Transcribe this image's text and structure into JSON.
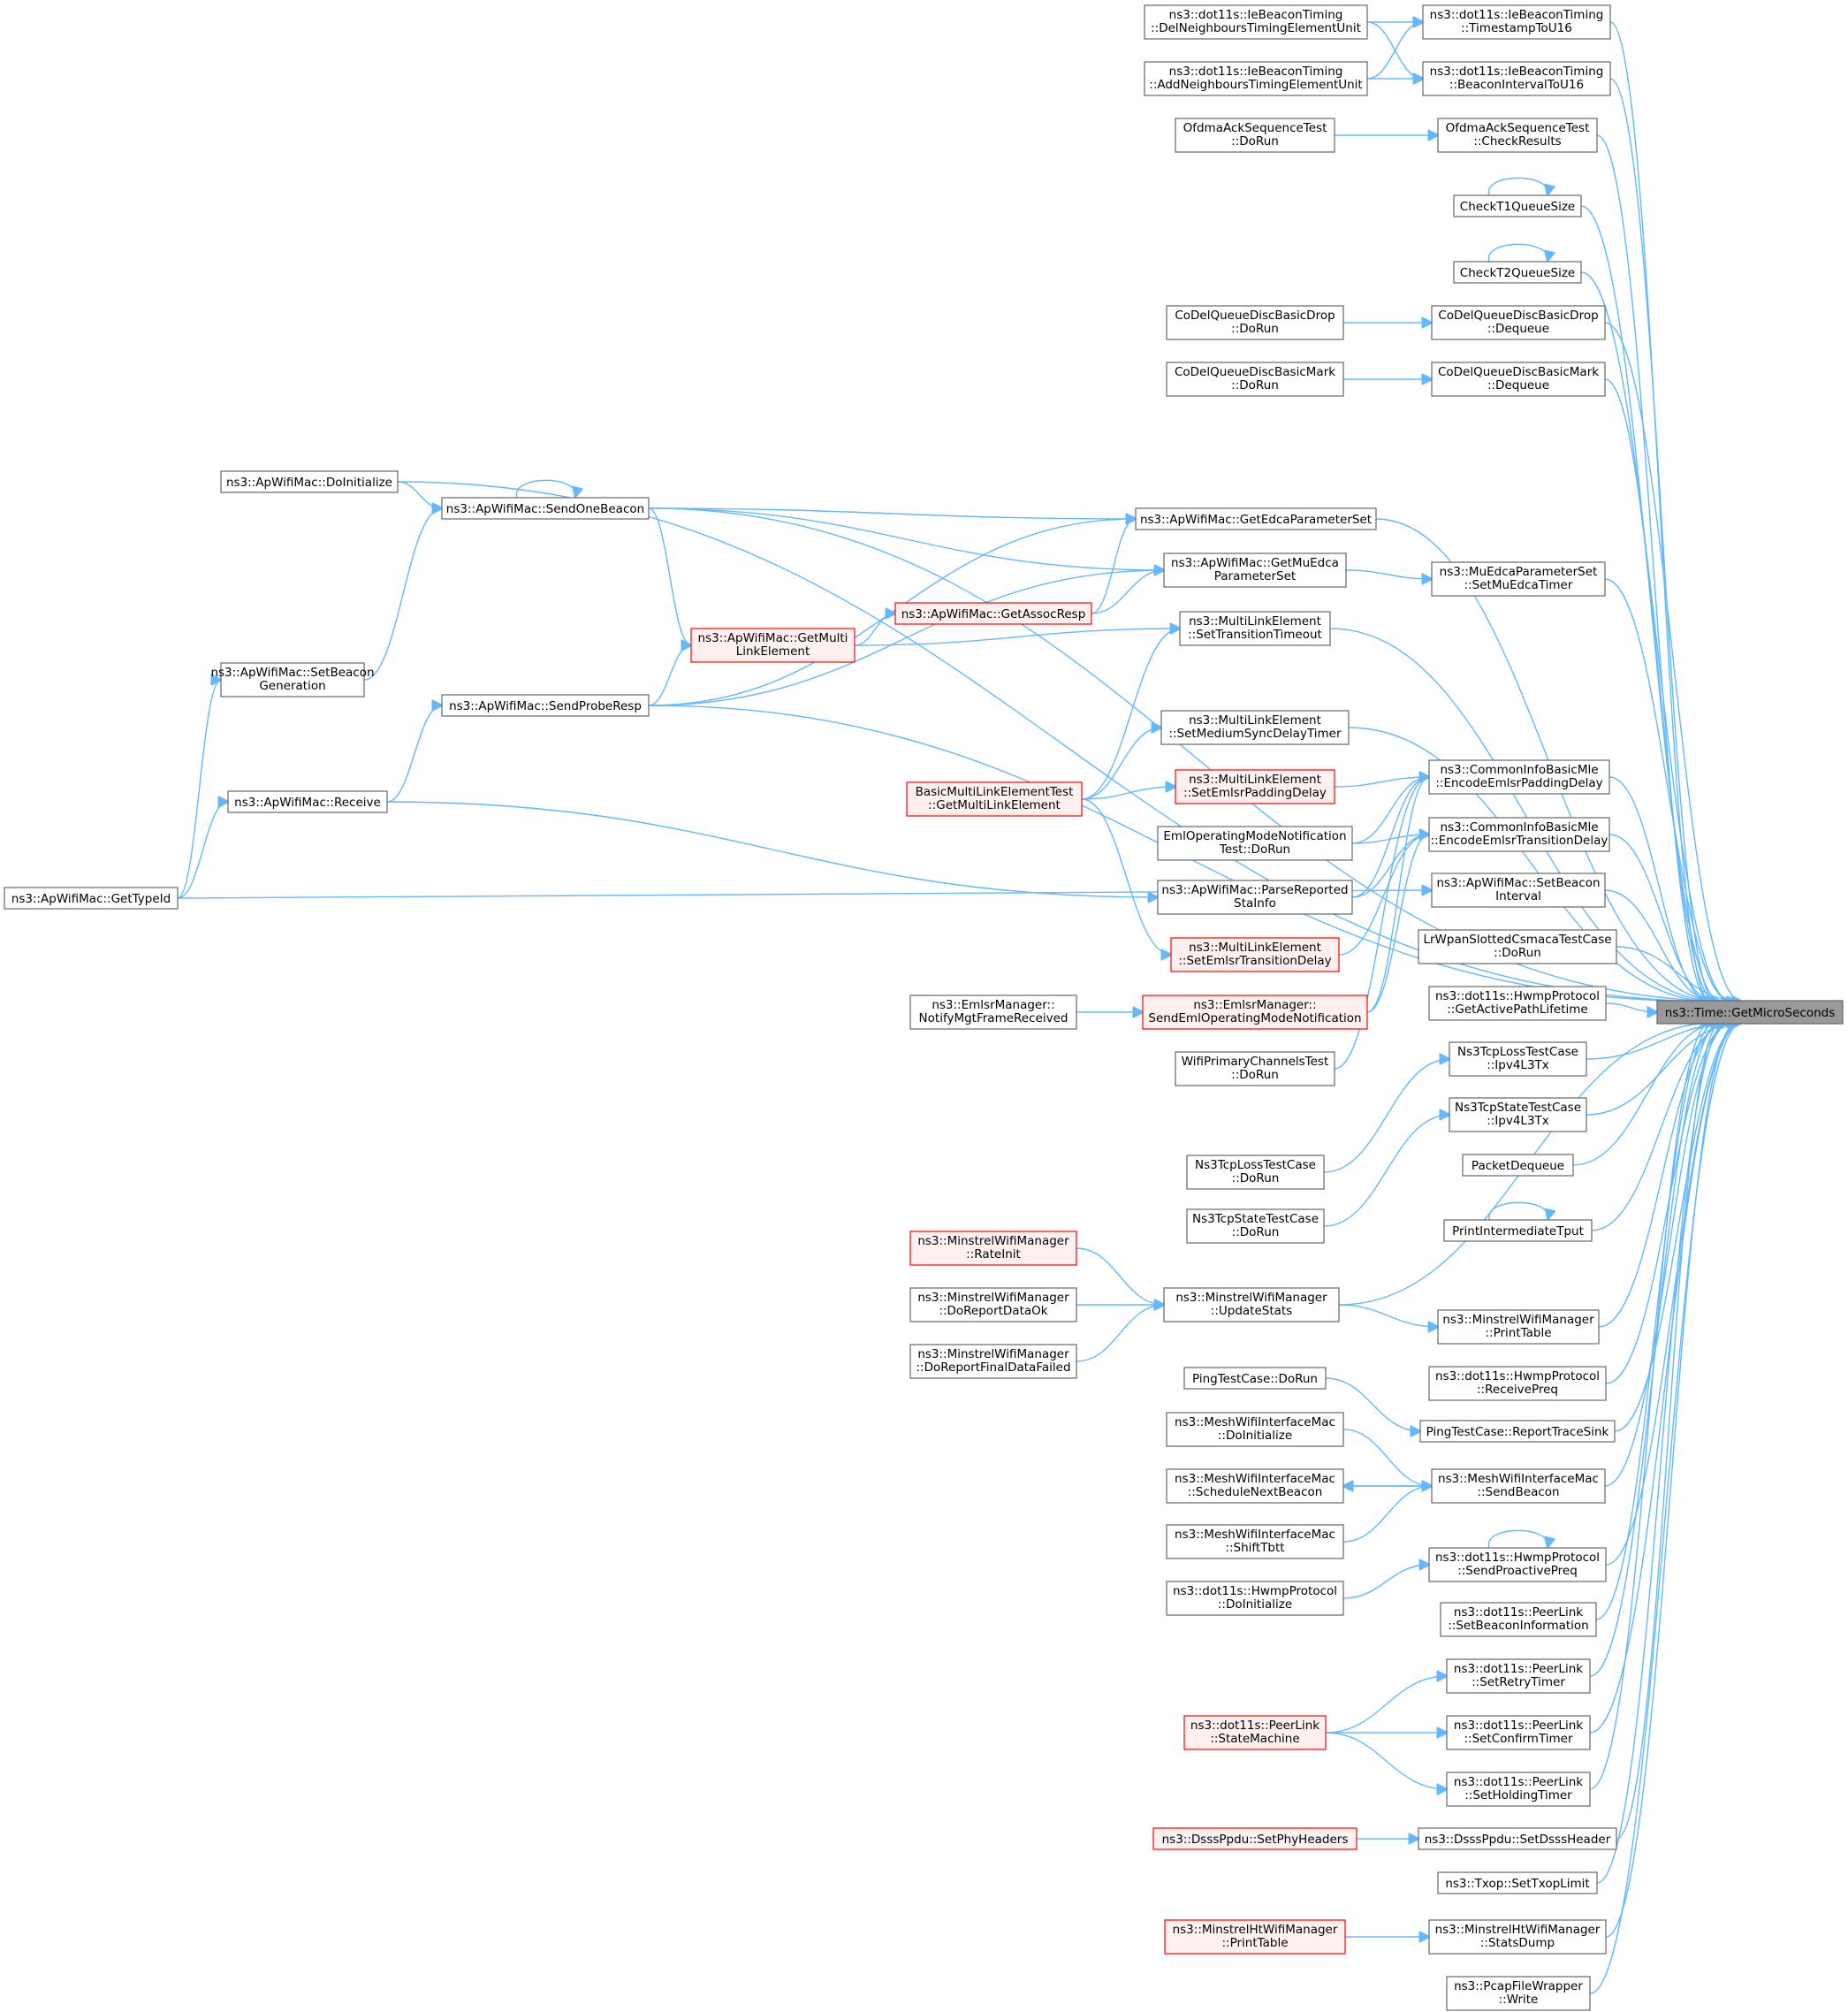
{
  "colors": {
    "edge": "#63b8ff",
    "node_border": "#666666",
    "highlight_border": "#ff0000",
    "highlight_fill": "#fff0f0",
    "root_fill": "#999999"
  },
  "nodes": [
    {
      "id": "root",
      "lines": [
        "ns3::Time::GetMicroSeconds"
      ],
      "style": "root"
    },
    {
      "id": "ts",
      "lines": [
        "ns3::dot11s::IeBeaconTiming",
        "::TimestampToU16"
      ]
    },
    {
      "id": "bi",
      "lines": [
        "ns3::dot11s::IeBeaconTiming",
        "::BeaconIntervalToU16"
      ]
    },
    {
      "id": "del",
      "lines": [
        "ns3::dot11s::IeBeaconTiming",
        "::DelNeighboursTimingElementUnit"
      ]
    },
    {
      "id": "add",
      "lines": [
        "ns3::dot11s::IeBeaconTiming",
        "::AddNeighboursTimingElementUnit"
      ]
    },
    {
      "id": "ofdr",
      "lines": [
        "OfdmaAckSequenceTest",
        "::DoRun"
      ]
    },
    {
      "id": "ofcr",
      "lines": [
        "OfdmaAckSequenceTest",
        "::CheckResults"
      ]
    },
    {
      "id": "ct1",
      "lines": [
        "CheckT1QueueSize"
      ]
    },
    {
      "id": "ct2",
      "lines": [
        "CheckT2QueueSize"
      ]
    },
    {
      "id": "cdd_r",
      "lines": [
        "CoDelQueueDiscBasicDrop",
        "::DoRun"
      ]
    },
    {
      "id": "cdd_d",
      "lines": [
        "CoDelQueueDiscBasicDrop",
        "::Dequeue"
      ]
    },
    {
      "id": "cdm_r",
      "lines": [
        "CoDelQueueDiscBasicMark",
        "::DoRun"
      ]
    },
    {
      "id": "cdm_d",
      "lines": [
        "CoDelQueueDiscBasicMark",
        "::Dequeue"
      ]
    },
    {
      "id": "doinit",
      "lines": [
        "ns3::ApWifiMac::DoInitialize"
      ]
    },
    {
      "id": "sob",
      "lines": [
        "ns3::ApWifiMac::SendOneBeacon"
      ]
    },
    {
      "id": "edca",
      "lines": [
        "ns3::ApWifiMac::GetEdcaParameterSet"
      ]
    },
    {
      "id": "muedca",
      "lines": [
        "ns3::ApWifiMac::GetMuEdca",
        "ParameterSet"
      ]
    },
    {
      "id": "setmu",
      "lines": [
        "ns3::MuEdcaParameterSet",
        "::SetMuEdcaTimer"
      ]
    },
    {
      "id": "assoc",
      "lines": [
        "ns3::ApWifiMac::GetAssocResp"
      ],
      "style": "red"
    },
    {
      "id": "gml",
      "lines": [
        "ns3::ApWifiMac::GetMulti",
        "LinkElement"
      ],
      "style": "red"
    },
    {
      "id": "stt",
      "lines": [
        "ns3::MultiLinkElement",
        "::SetTransitionTimeout"
      ]
    },
    {
      "id": "sbg",
      "lines": [
        "ns3::ApWifiMac::SetBeacon",
        "Generation"
      ]
    },
    {
      "id": "spr",
      "lines": [
        "ns3::ApWifiMac::SendProbeResp"
      ]
    },
    {
      "id": "msync",
      "lines": [
        "ns3::MultiLinkElement",
        "::SetMediumSyncDelayTimer"
      ]
    },
    {
      "id": "bmlt",
      "lines": [
        "BasicMultiLinkElementTest",
        "::GetMultiLinkElement"
      ],
      "style": "red"
    },
    {
      "id": "sepd",
      "lines": [
        "ns3::MultiLinkElement",
        "::SetEmlsrPaddingDelay"
      ],
      "style": "red"
    },
    {
      "id": "epd",
      "lines": [
        "ns3::CommonInfoBasicMle",
        "::EncodeEmlsrPaddingDelay"
      ]
    },
    {
      "id": "etd",
      "lines": [
        "ns3::CommonInfoBasicMle",
        "::EncodeEmlsrTransitionDelay"
      ]
    },
    {
      "id": "recv",
      "lines": [
        "ns3::ApWifiMac::Receive"
      ]
    },
    {
      "id": "emlt",
      "lines": [
        "EmlOperatingModeNotification",
        "Test::DoRun"
      ]
    },
    {
      "id": "psta",
      "lines": [
        "ns3::ApWifiMac::ParseReported",
        "StaInfo"
      ]
    },
    {
      "id": "sbi",
      "lines": [
        "ns3::ApWifiMac::SetBeacon",
        "Interval"
      ]
    },
    {
      "id": "gtid",
      "lines": [
        "ns3::ApWifiMac::GetTypeId"
      ]
    },
    {
      "id": "setd",
      "lines": [
        "ns3::MultiLinkElement",
        "::SetEmlsrTransitionDelay"
      ],
      "style": "red"
    },
    {
      "id": "lrw",
      "lines": [
        "LrWpanSlottedCsmacaTestCase",
        "::DoRun"
      ]
    },
    {
      "id": "nmfr",
      "lines": [
        "ns3::EmlsrManager::",
        "NotifyMgtFrameReceived"
      ]
    },
    {
      "id": "seom",
      "lines": [
        "ns3::EmlsrManager::",
        "SendEmlOperatingModeNotification"
      ],
      "style": "red"
    },
    {
      "id": "hgap",
      "lines": [
        "ns3::dot11s::HwmpProtocol",
        "::GetActivePathLifetime"
      ]
    },
    {
      "id": "wpc",
      "lines": [
        "WifiPrimaryChannelsTest",
        "::DoRun"
      ]
    },
    {
      "id": "tl_tx",
      "lines": [
        "Ns3TcpLossTestCase",
        "::Ipv4L3Tx"
      ]
    },
    {
      "id": "ts_tx",
      "lines": [
        "Ns3TcpStateTestCase",
        "::Ipv4L3Tx"
      ]
    },
    {
      "id": "tl_r",
      "lines": [
        "Ns3TcpLossTestCase",
        "::DoRun"
      ]
    },
    {
      "id": "pdq",
      "lines": [
        "PacketDequeue"
      ]
    },
    {
      "id": "ts_r",
      "lines": [
        "Ns3TcpStateTestCase",
        "::DoRun"
      ]
    },
    {
      "id": "pit",
      "lines": [
        "PrintIntermediateTput"
      ]
    },
    {
      "id": "mri",
      "lines": [
        "ns3::MinstrelWifiManager",
        "::RateInit"
      ],
      "style": "red"
    },
    {
      "id": "mdro",
      "lines": [
        "ns3::MinstrelWifiManager",
        "::DoReportDataOk"
      ]
    },
    {
      "id": "mus",
      "lines": [
        "ns3::MinstrelWifiManager",
        "::UpdateStats"
      ]
    },
    {
      "id": "mpt",
      "lines": [
        "ns3::MinstrelWifiManager",
        "::PrintTable"
      ]
    },
    {
      "id": "mdrf",
      "lines": [
        "ns3::MinstrelWifiManager",
        "::DoReportFinalDataFailed"
      ]
    },
    {
      "id": "hrp",
      "lines": [
        "ns3::dot11s::HwmpProtocol",
        "::ReceivePreq"
      ]
    },
    {
      "id": "ptr",
      "lines": [
        "PingTestCase::DoRun"
      ]
    },
    {
      "id": "pts",
      "lines": [
        "PingTestCase::ReportTraceSink"
      ]
    },
    {
      "id": "mdi",
      "lines": [
        "ns3::MeshWifiInterfaceMac",
        "::DoInitialize"
      ]
    },
    {
      "id": "msnb",
      "lines": [
        "ns3::MeshWifiInterfaceMac",
        "::ScheduleNextBeacon"
      ]
    },
    {
      "id": "msb",
      "lines": [
        "ns3::MeshWifiInterfaceMac",
        "::SendBeacon"
      ]
    },
    {
      "id": "mst",
      "lines": [
        "ns3::MeshWifiInterfaceMac",
        "::ShiftTbtt"
      ]
    },
    {
      "id": "hspp",
      "lines": [
        "ns3::dot11s::HwmpProtocol",
        "::SendProactivePreq"
      ]
    },
    {
      "id": "hdi",
      "lines": [
        "ns3::dot11s::HwmpProtocol",
        "::DoInitialize"
      ]
    },
    {
      "id": "plsbi",
      "lines": [
        "ns3::dot11s::PeerLink",
        "::SetBeaconInformation"
      ]
    },
    {
      "id": "plsrt",
      "lines": [
        "ns3::dot11s::PeerLink",
        "::SetRetryTimer"
      ]
    },
    {
      "id": "plsm",
      "lines": [
        "ns3::dot11s::PeerLink",
        "::StateMachine"
      ],
      "style": "red"
    },
    {
      "id": "plsct",
      "lines": [
        "ns3::dot11s::PeerLink",
        "::SetConfirmTimer"
      ]
    },
    {
      "id": "plsht",
      "lines": [
        "ns3::dot11s::PeerLink",
        "::SetHoldingTimer"
      ]
    },
    {
      "id": "dsph",
      "lines": [
        "ns3::DsssPpdu::SetPhyHeaders"
      ],
      "style": "red"
    },
    {
      "id": "dsdh",
      "lines": [
        "ns3::DsssPpdu::SetDsssHeader"
      ]
    },
    {
      "id": "txop",
      "lines": [
        "ns3::Txop::SetTxopLimit"
      ]
    },
    {
      "id": "mhpt",
      "lines": [
        "ns3::MinstrelHtWifiManager",
        "::PrintTable"
      ],
      "style": "red"
    },
    {
      "id": "mhsd",
      "lines": [
        "ns3::MinstrelHtWifiManager",
        "::StatsDump"
      ]
    },
    {
      "id": "pcap",
      "lines": [
        "ns3::PcapFileWrapper",
        "::Write"
      ]
    }
  ],
  "edges": [
    [
      "ts",
      "root"
    ],
    [
      "bi",
      "root"
    ],
    [
      "del",
      "ts"
    ],
    [
      "del",
      "bi"
    ],
    [
      "add",
      "ts"
    ],
    [
      "add",
      "bi"
    ],
    [
      "ofdr",
      "ofcr"
    ],
    [
      "ofcr",
      "root"
    ],
    [
      "ct1",
      "ct1"
    ],
    [
      "ct1",
      "root"
    ],
    [
      "ct2",
      "ct2"
    ],
    [
      "ct2",
      "root"
    ],
    [
      "cdd_r",
      "cdd_d"
    ],
    [
      "cdd_d",
      "root"
    ],
    [
      "cdm_r",
      "cdm_d"
    ],
    [
      "cdm_d",
      "root"
    ],
    [
      "doinit",
      "root"
    ],
    [
      "doinit",
      "sob"
    ],
    [
      "sob",
      "sob"
    ],
    [
      "sob",
      "root"
    ],
    [
      "sob",
      "edca"
    ],
    [
      "sob",
      "muedca"
    ],
    [
      "sob",
      "gml"
    ],
    [
      "edca",
      "root"
    ],
    [
      "muedca",
      "setmu"
    ],
    [
      "setmu",
      "root"
    ],
    [
      "assoc",
      "edca"
    ],
    [
      "assoc",
      "muedca"
    ],
    [
      "gml",
      "assoc"
    ],
    [
      "gml",
      "stt"
    ],
    [
      "stt",
      "root"
    ],
    [
      "sbg",
      "sob"
    ],
    [
      "spr",
      "gml"
    ],
    [
      "spr",
      "edca"
    ],
    [
      "spr",
      "muedca"
    ],
    [
      "spr",
      "root"
    ],
    [
      "msync",
      "root"
    ],
    [
      "bmlt",
      "stt"
    ],
    [
      "bmlt",
      "msync"
    ],
    [
      "bmlt",
      "sepd"
    ],
    [
      "bmlt",
      "setd"
    ],
    [
      "sepd",
      "epd"
    ],
    [
      "epd",
      "root"
    ],
    [
      "etd",
      "root"
    ],
    [
      "recv",
      "spr"
    ],
    [
      "recv",
      "psta"
    ],
    [
      "emlt",
      "epd"
    ],
    [
      "emlt",
      "etd"
    ],
    [
      "psta",
      "epd"
    ],
    [
      "psta",
      "etd"
    ],
    [
      "sbi",
      "root"
    ],
    [
      "gtid",
      "sbg"
    ],
    [
      "gtid",
      "recv"
    ],
    [
      "gtid",
      "sbi"
    ],
    [
      "setd",
      "etd"
    ],
    [
      "lrw",
      "root"
    ],
    [
      "nmfr",
      "seom"
    ],
    [
      "seom",
      "epd"
    ],
    [
      "seom",
      "etd"
    ],
    [
      "hgap",
      "root"
    ],
    [
      "wpc",
      "epd"
    ],
    [
      "tl_tx",
      "root"
    ],
    [
      "ts_tx",
      "root"
    ],
    [
      "tl_r",
      "tl_tx"
    ],
    [
      "ts_r",
      "ts_tx"
    ],
    [
      "pdq",
      "root"
    ],
    [
      "pit",
      "pit"
    ],
    [
      "pit",
      "root"
    ],
    [
      "mri",
      "mus"
    ],
    [
      "mdro",
      "mus"
    ],
    [
      "mdrf",
      "mus"
    ],
    [
      "mus",
      "root"
    ],
    [
      "mus",
      "mpt"
    ],
    [
      "mpt",
      "root"
    ],
    [
      "hrp",
      "root"
    ],
    [
      "ptr",
      "pts"
    ],
    [
      "pts",
      "root"
    ],
    [
      "mdi",
      "msb"
    ],
    [
      "msnb",
      "msb"
    ],
    [
      "mst",
      "msb"
    ],
    [
      "msb",
      "msnb"
    ],
    [
      "msb",
      "root"
    ],
    [
      "hspp",
      "hspp"
    ],
    [
      "hspp",
      "root"
    ],
    [
      "hdi",
      "hspp"
    ],
    [
      "plsbi",
      "root"
    ],
    [
      "plsrt",
      "root"
    ],
    [
      "plsm",
      "plsrt"
    ],
    [
      "plsm",
      "plsct"
    ],
    [
      "plsm",
      "plsht"
    ],
    [
      "plsct",
      "root"
    ],
    [
      "plsht",
      "root"
    ],
    [
      "dsph",
      "dsdh"
    ],
    [
      "dsdh",
      "root"
    ],
    [
      "txop",
      "root"
    ],
    [
      "mhpt",
      "mhsd"
    ],
    [
      "mhsd",
      "root"
    ],
    [
      "pcap",
      "root"
    ]
  ]
}
